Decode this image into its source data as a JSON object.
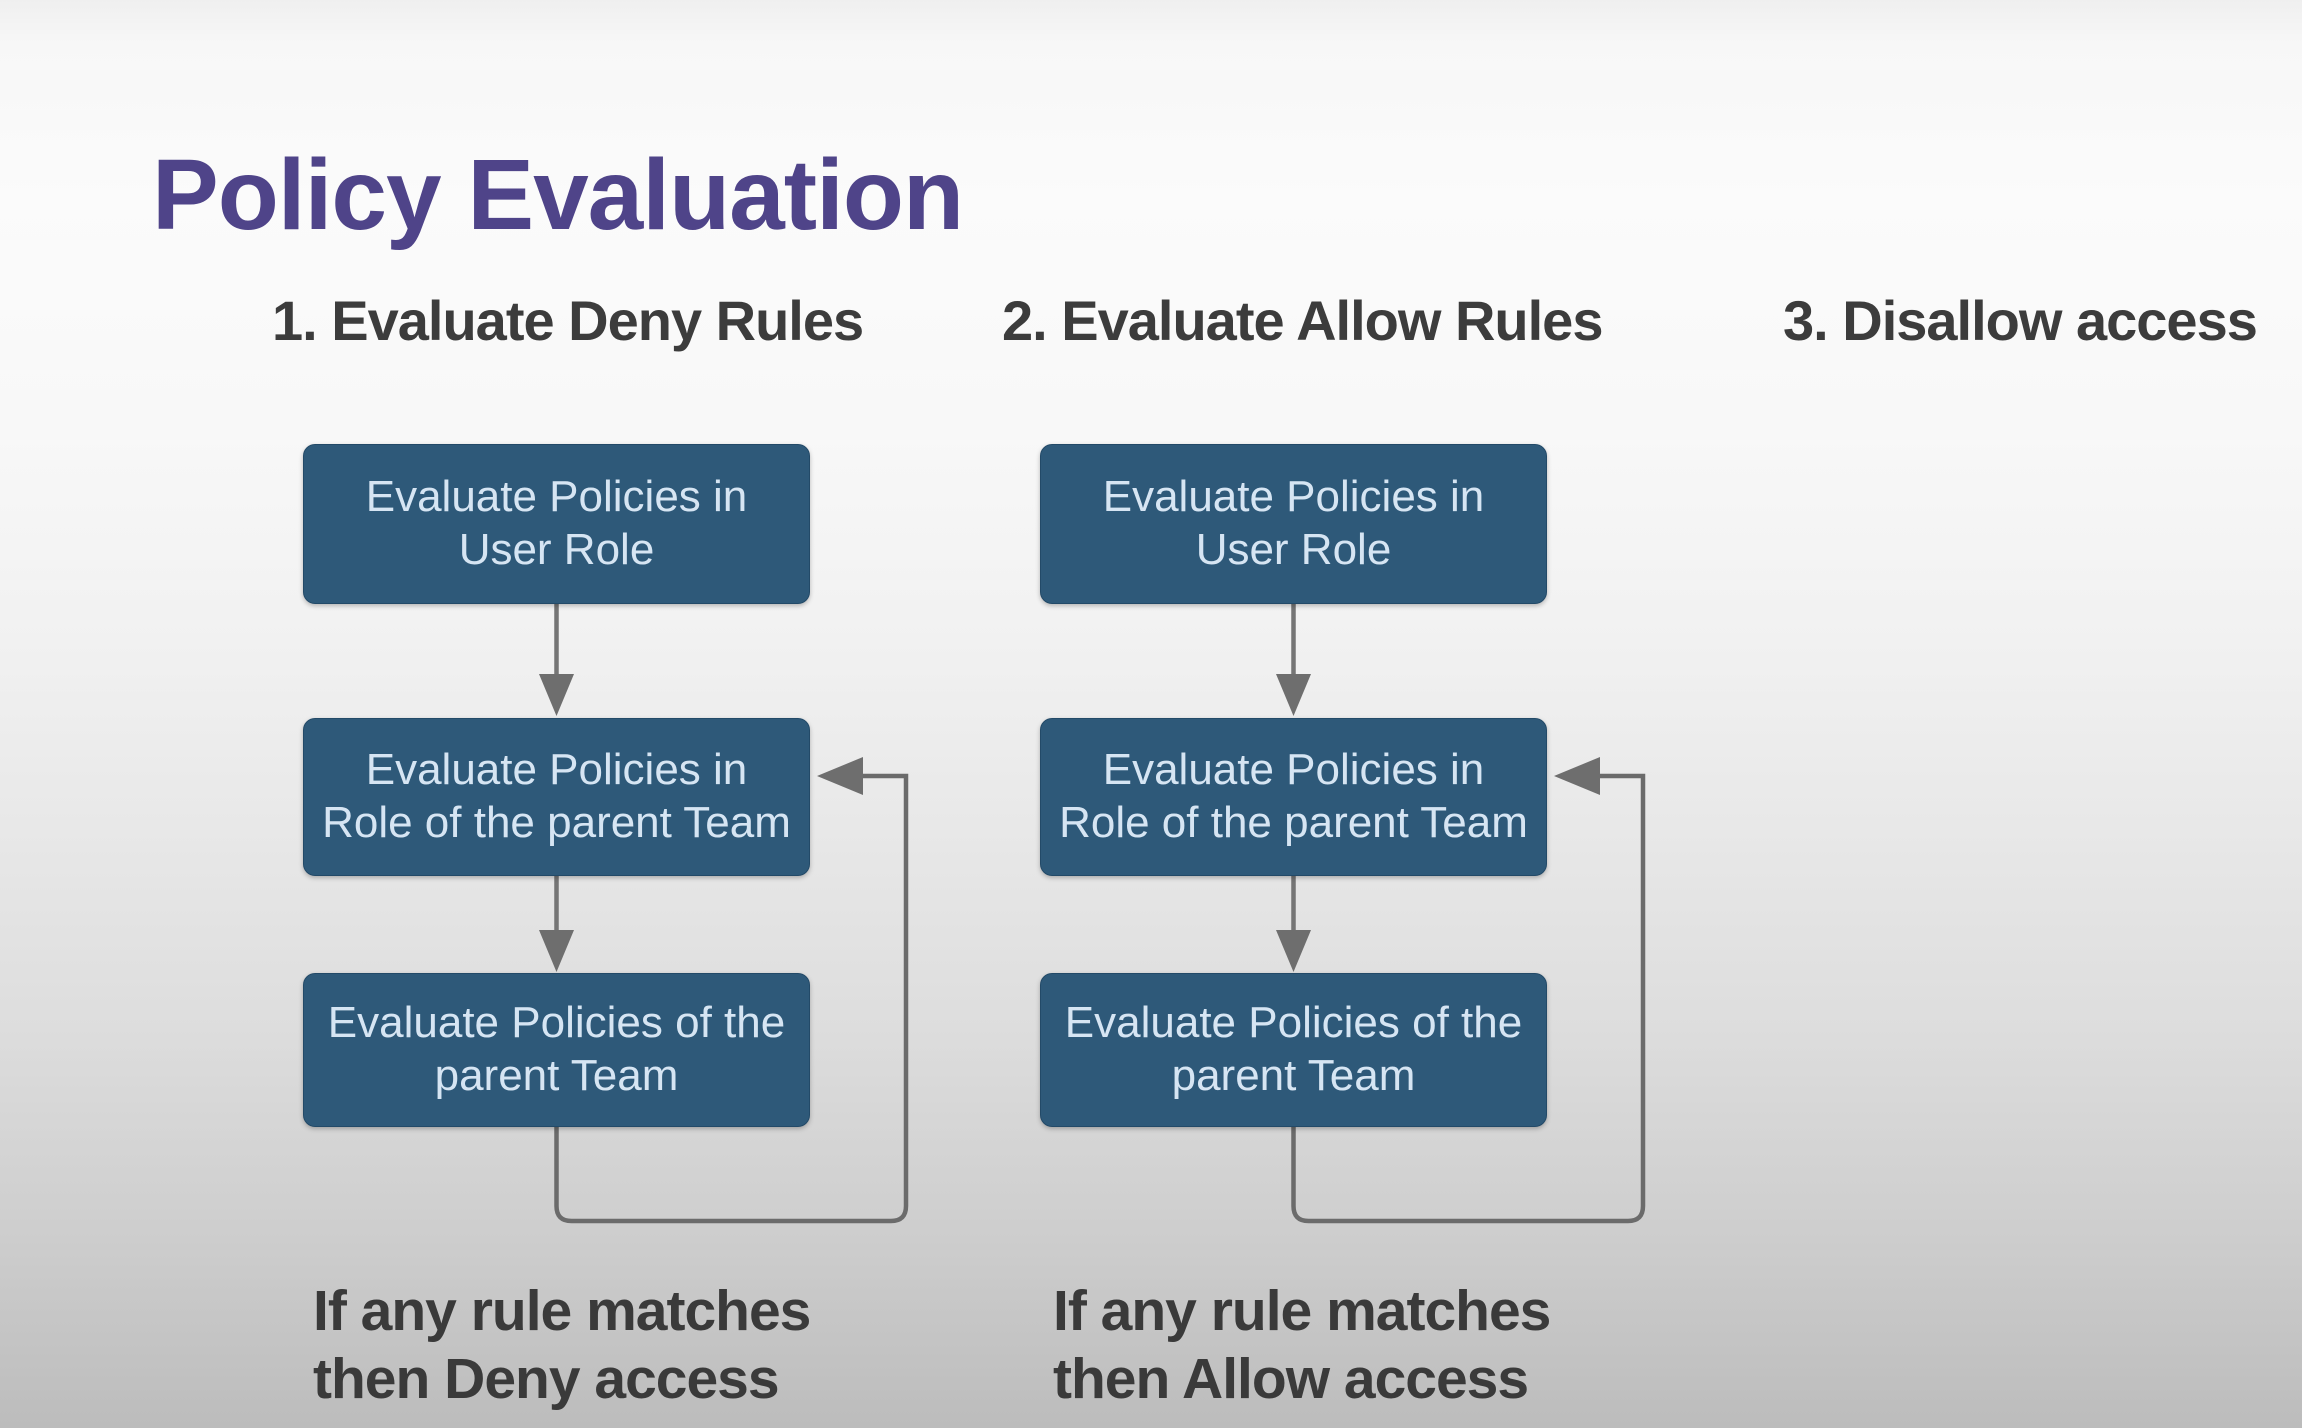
{
  "title": "Policy Evaluation",
  "steps": [
    {
      "header": "1. Evaluate Deny Rules",
      "boxes": [
        "Evaluate Policies in User Role",
        "Evaluate Policies in Role of the parent Team",
        "Evaluate Policies of the parent Team"
      ],
      "caption": [
        "If any rule matches",
        "then Deny access"
      ]
    },
    {
      "header": "2. Evaluate Allow Rules",
      "boxes": [
        "Evaluate Policies in User Role",
        "Evaluate Policies in Role of the parent Team",
        "Evaluate Policies of the parent Team"
      ],
      "caption": [
        "If any rule matches",
        "then Allow access"
      ]
    },
    {
      "header": "3. Disallow access"
    }
  ],
  "colors": {
    "title": "#4f4489",
    "heading_text": "#3c3c3c",
    "box_fill": "#2e5979",
    "box_text": "#d6e5f3",
    "arrow_line": "#757575",
    "arrow_head": "#6e6e6e"
  }
}
